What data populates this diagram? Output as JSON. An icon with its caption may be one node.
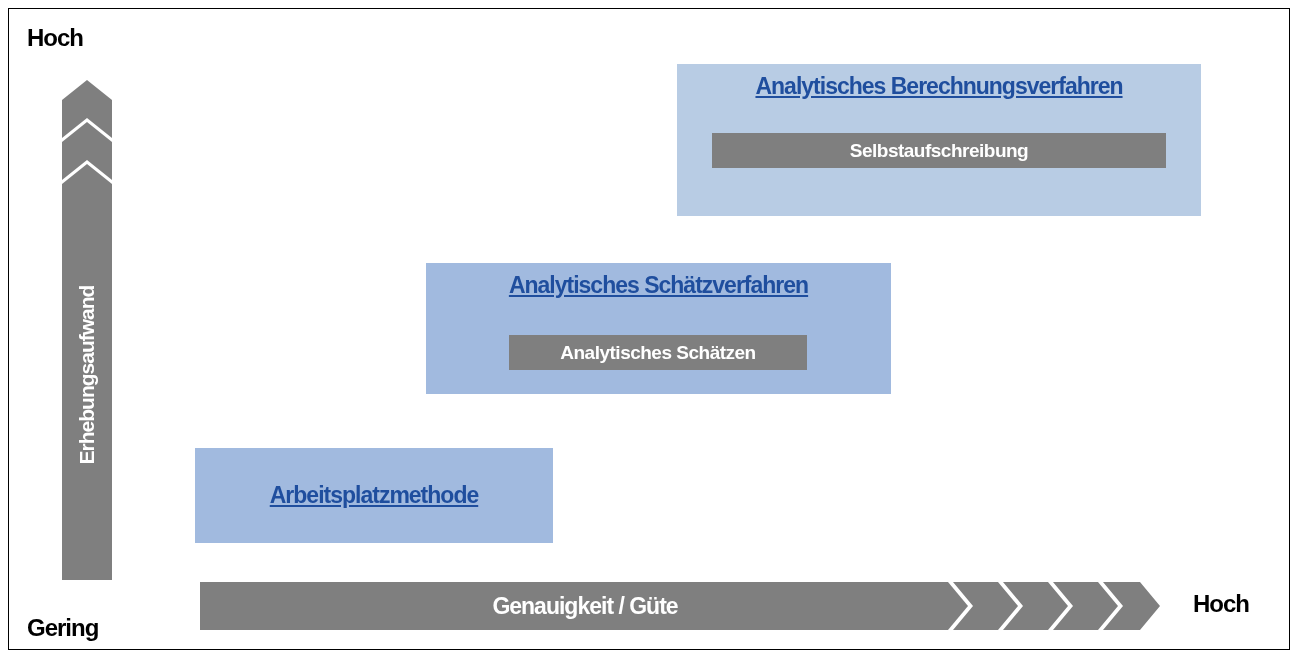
{
  "diagram": {
    "nodes": [
      {
        "text": [
          "Analytisches Berechnungsverfahren"
        ]
      },
      {
        "text": [
          "Selbstaufschreibung"
        ],
        "in": 0
      },
      {
        "text": [
          "Analytisches Schätzverfahren"
        ]
      },
      {
        "text": [
          "Analytisches Schätzen"
        ],
        "in": 2
      },
      {
        "text": [
          "Arbeitsplatzmethode"
        ]
      }
    ],
    "labels": [
      "Hoch",
      "Erhebungsaufwand",
      "Genauigkeit / Güte",
      "Hoch",
      "Gering"
    ]
  }
}
